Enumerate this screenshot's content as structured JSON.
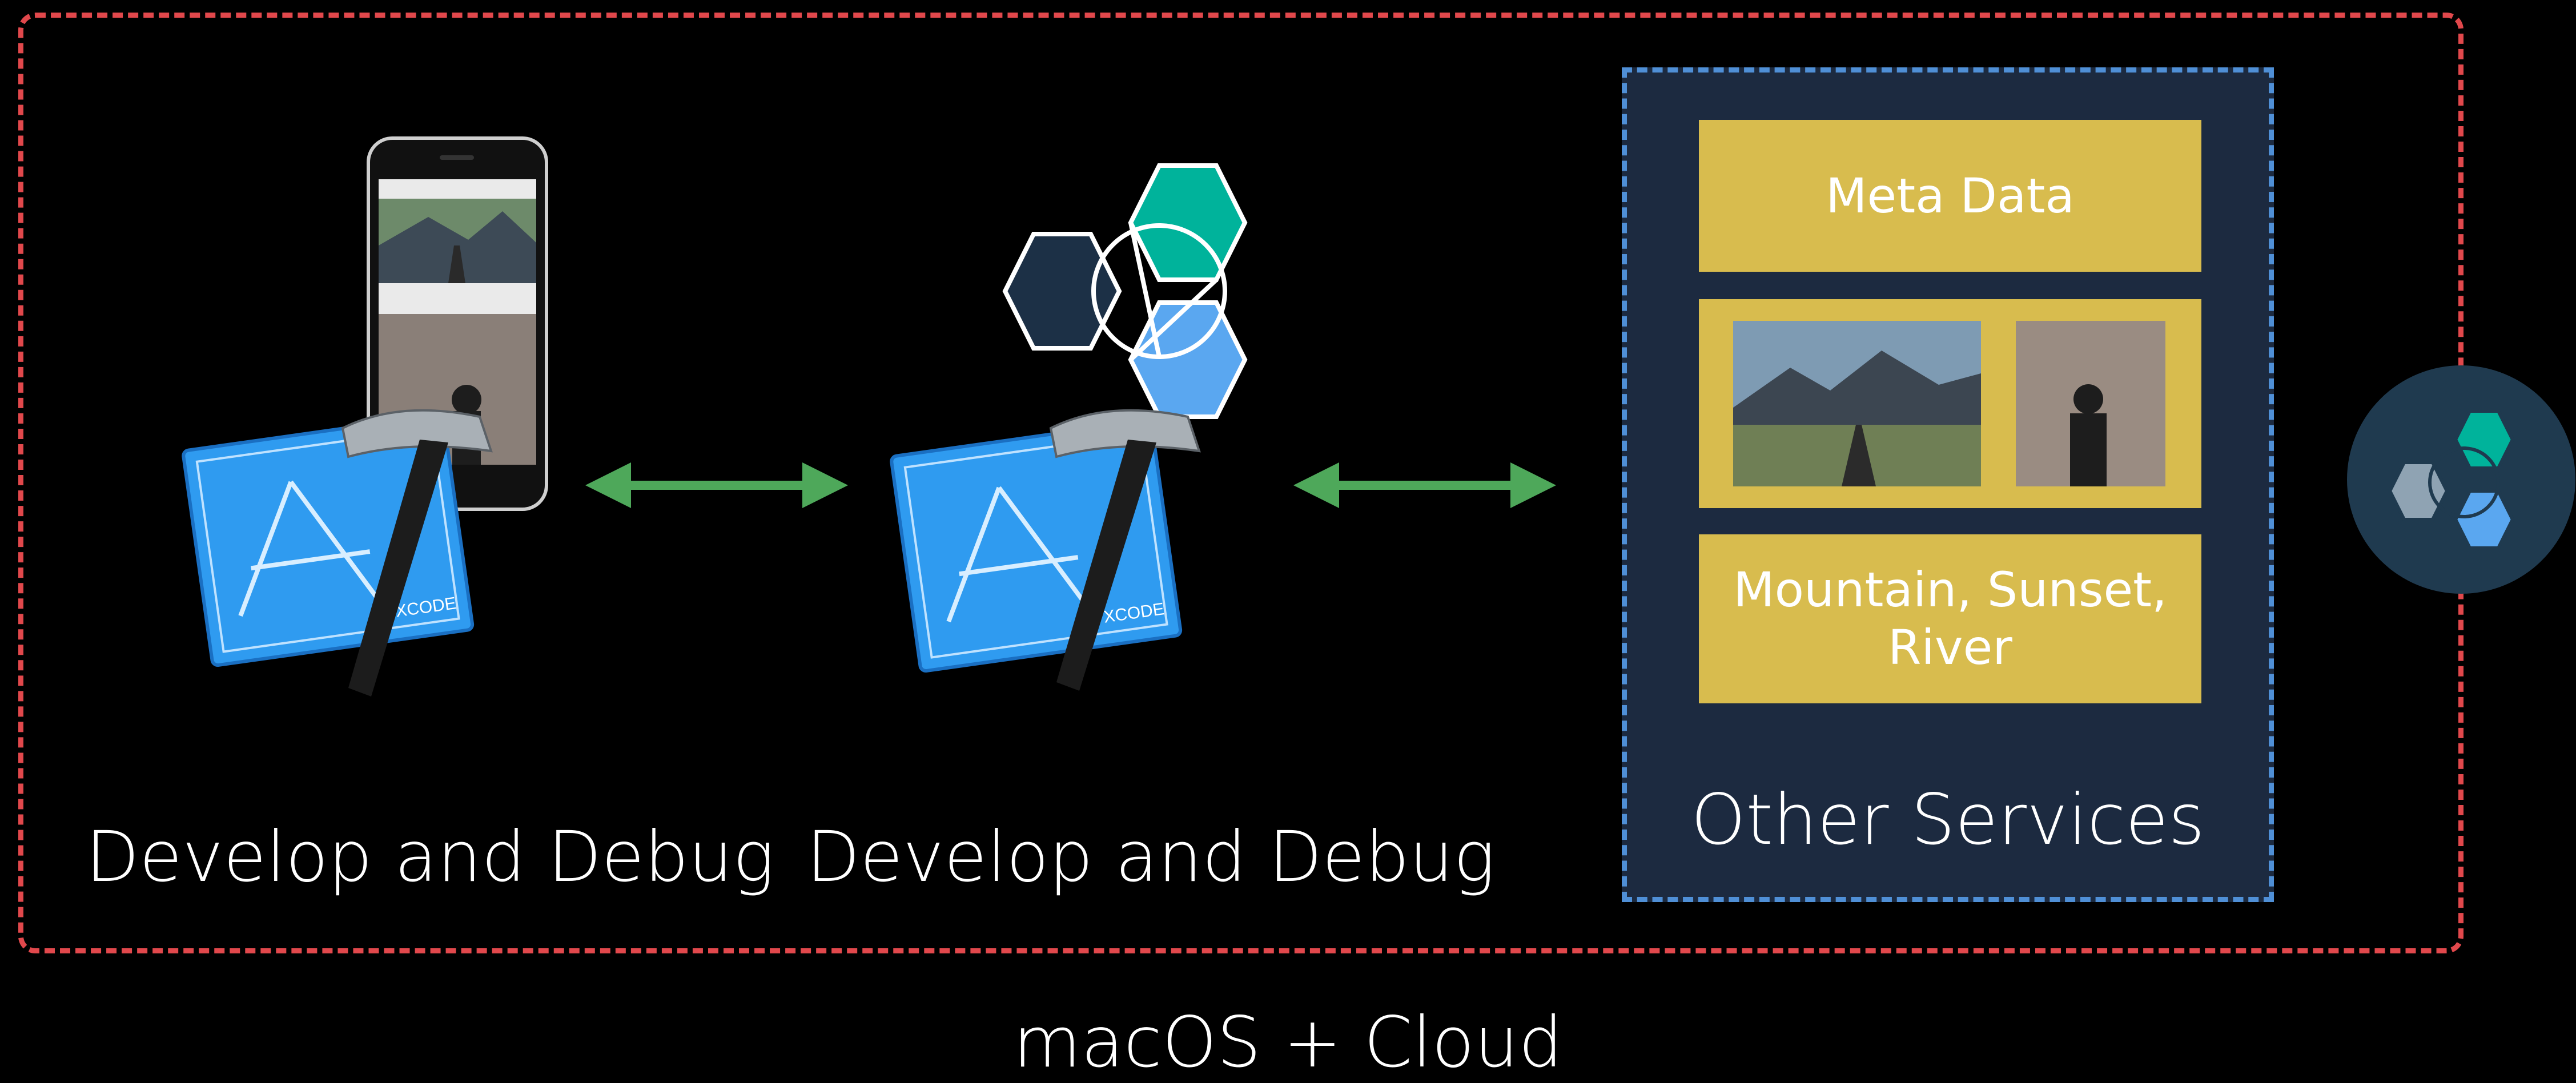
{
  "environment": {
    "label": "macOS + Cloud"
  },
  "stages": [
    {
      "caption": "Develop and Debug"
    },
    {
      "caption": "Develop and Debug"
    }
  ],
  "other_services": {
    "title": "Other Services",
    "metadata_label": "Meta Data",
    "tags_label": "Mountain, Sunset, River"
  },
  "xcode_badge": "XCODE",
  "colors": {
    "outer_border": "#e1484c",
    "services_border": "#4f8fd6",
    "services_fill": "#1c2a40",
    "card": "#d8bc4e",
    "arrow": "#4ea85a",
    "hex_teal": "#00b39b",
    "hex_blue": "#5aa7f0",
    "hex_dark": "#1c3046"
  }
}
